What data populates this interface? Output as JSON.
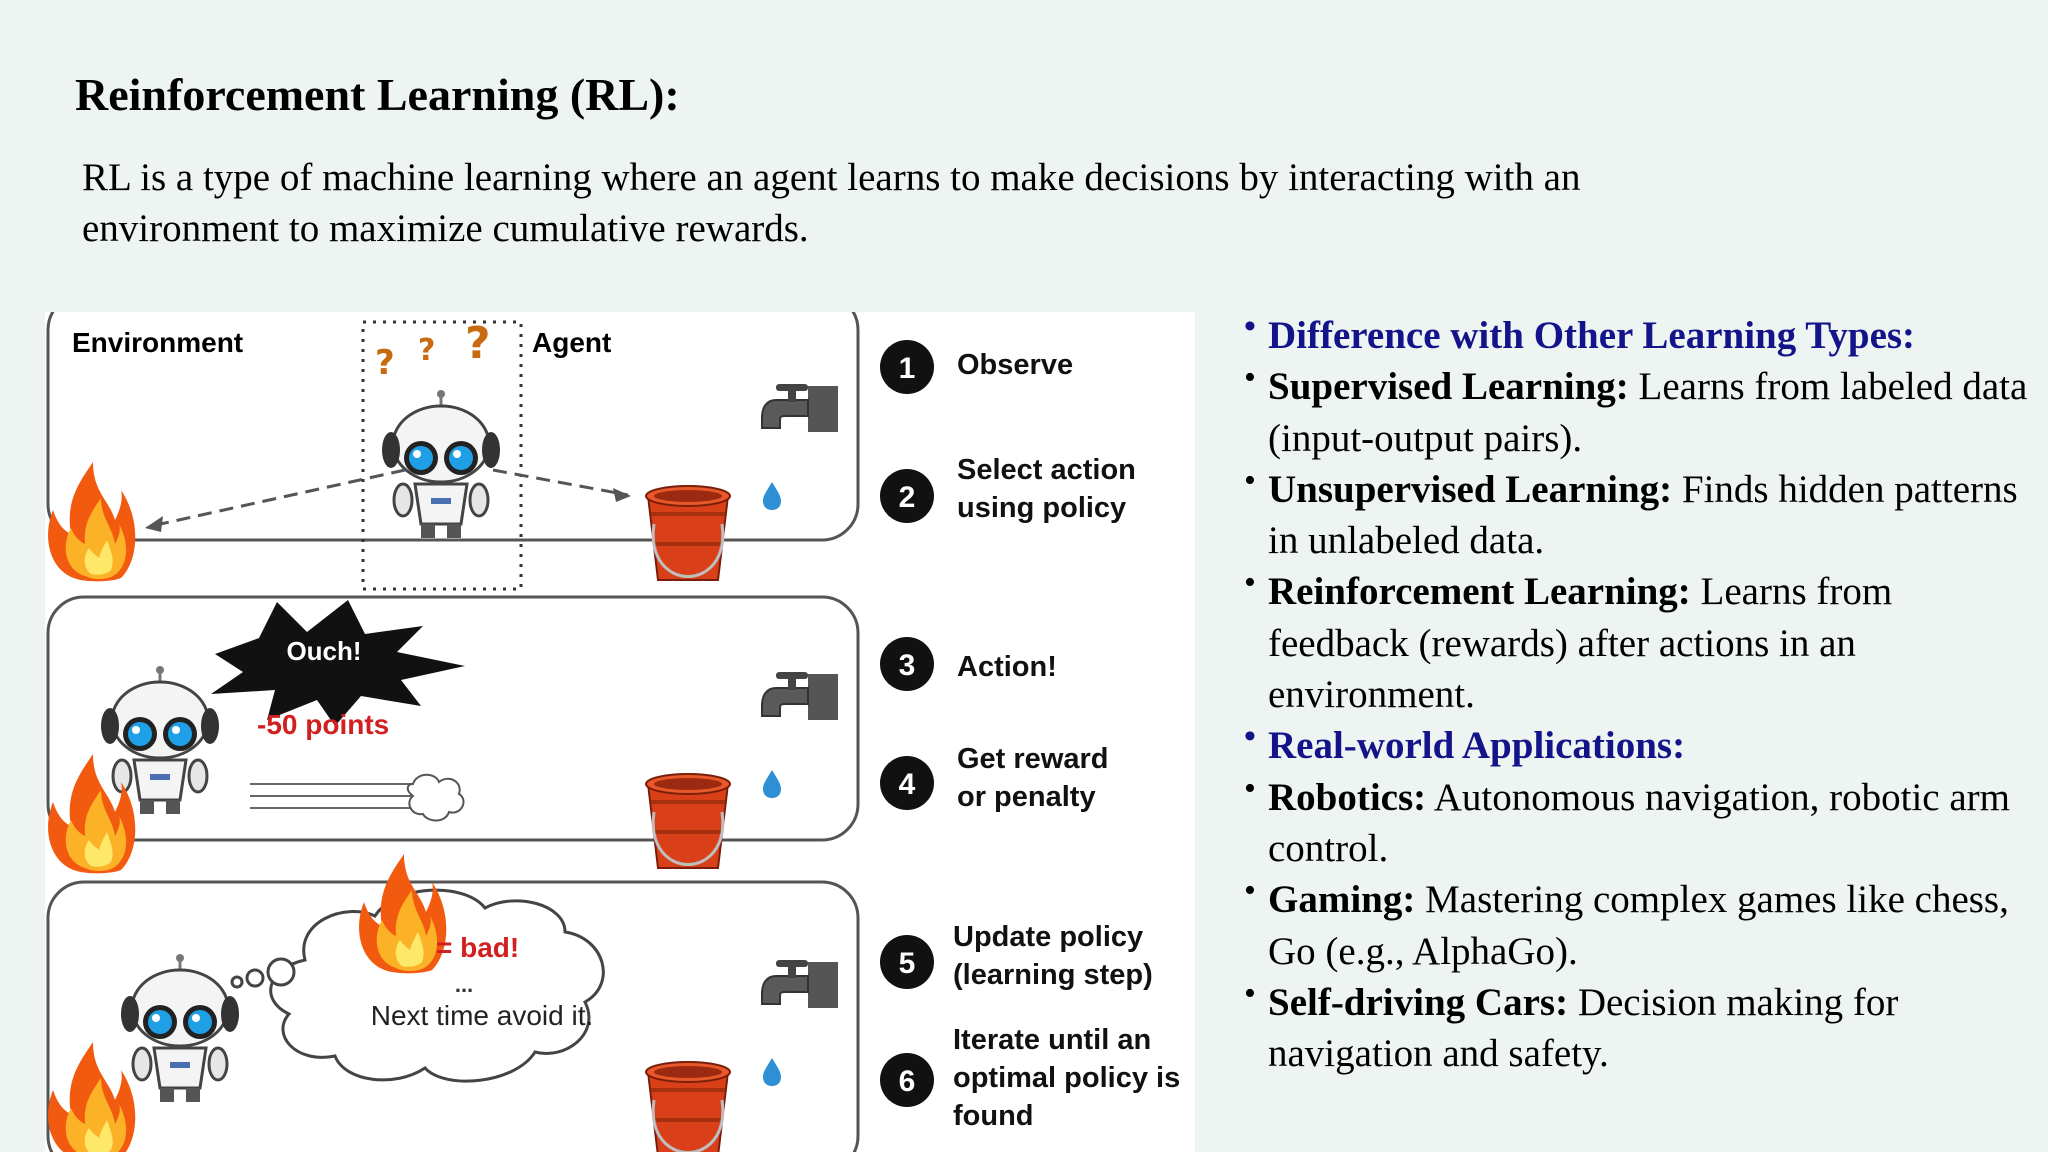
{
  "slide": {
    "title": "Reinforcement Learning (RL):",
    "intro": "RL is a type of machine learning where an agent learns to make decisions by interacting with an environment to maximize cumulative rewards."
  },
  "figure": {
    "environment_label": "Environment",
    "agent_label": "Agent",
    "ouch_text": "Ouch!",
    "penalty_text": "-50 points",
    "thought_bad": "= bad!",
    "thought_dots": "...",
    "thought_avoid": "Next time avoid it.",
    "steps": [
      {
        "number": "1",
        "lines": [
          "Observe"
        ]
      },
      {
        "number": "2",
        "lines": [
          "Select action",
          "using policy"
        ]
      },
      {
        "number": "3",
        "lines": [
          "Action!"
        ]
      },
      {
        "number": "4",
        "lines": [
          "Get reward",
          "or penalty"
        ]
      },
      {
        "number": "5",
        "lines": [
          "Update policy",
          "(learning step)"
        ]
      },
      {
        "number": "6",
        "lines": [
          "Iterate until an",
          "optimal policy is",
          "found"
        ]
      }
    ]
  },
  "bullets": [
    {
      "type": "heading",
      "text": "Difference with Other Learning Types:"
    },
    {
      "type": "item",
      "term": "Supervised Learning:",
      "text": " Learns from labeled data (input-output pairs)."
    },
    {
      "type": "item",
      "term": "Unsupervised Learning:",
      "text": " Finds hidden patterns in unlabeled data."
    },
    {
      "type": "item",
      "term": "Reinforcement Learning:",
      "text": " Learns from feedback (rewards) after actions in an environment."
    },
    {
      "type": "heading",
      "text": "Real-world Applications:"
    },
    {
      "type": "item",
      "term": "Robotics:",
      "text": " Autonomous navigation, robotic arm control."
    },
    {
      "type": "item",
      "term": "Gaming:",
      "text": " Mastering complex games like chess, Go (e.g., AlphaGo)."
    },
    {
      "type": "item",
      "term": "Self-driving Cars:",
      "text": " Decision making for navigation and safety."
    }
  ],
  "colors": {
    "background": "#edf4f1",
    "heading_blue": "#14148a",
    "penalty_red": "#d22020",
    "bucket_red": "#d9401a"
  }
}
